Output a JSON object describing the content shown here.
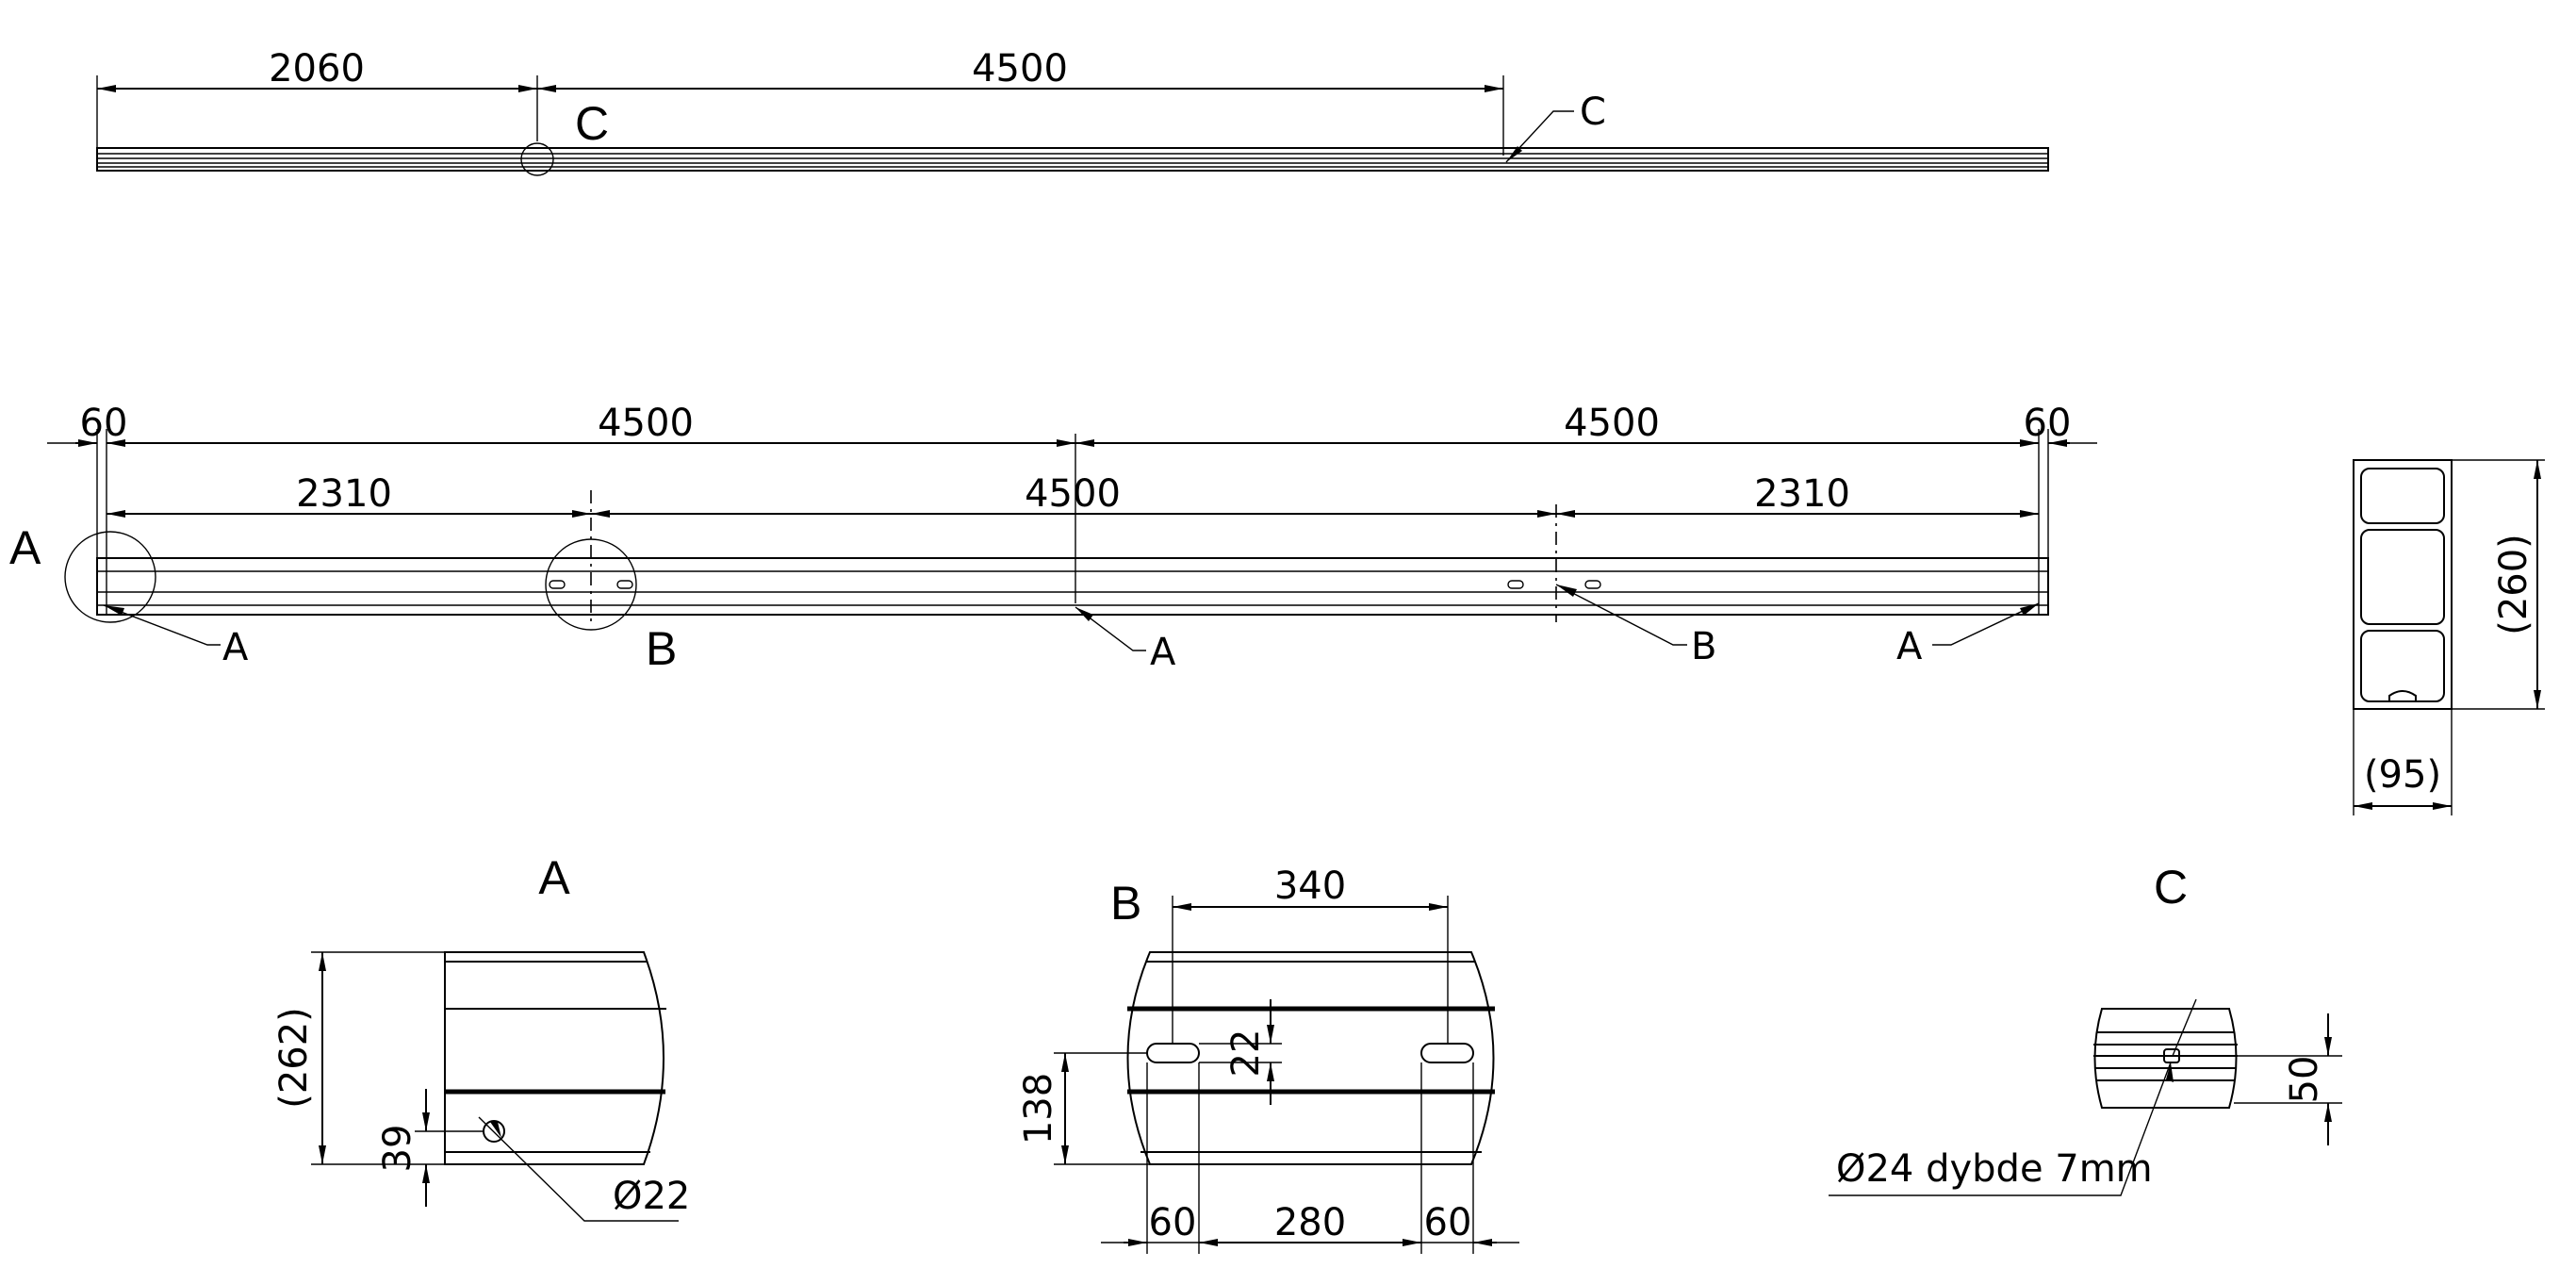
{
  "top_view": {
    "dims": {
      "d1": "2060",
      "d2": "4500"
    },
    "marker_c": "C",
    "leader_c": "C"
  },
  "front_view": {
    "dims": {
      "left_edge": "60",
      "span_left": "4500",
      "span_right": "4500",
      "right_edge": "60",
      "seg_left": "2310",
      "seg_mid": "4500",
      "seg_right": "2310"
    },
    "marker_a": "A",
    "marker_b": "B",
    "leader_a1": "A",
    "leader_a2": "A",
    "leader_a3": "A",
    "leader_b": "B"
  },
  "section_view": {
    "height": "(260)",
    "width": "(95)"
  },
  "detail_a": {
    "title": "A",
    "height": "(262)",
    "offset": "39",
    "hole": "Ø22"
  },
  "detail_b": {
    "title": "B",
    "top": "340",
    "slot": "22",
    "offset": "138",
    "left": "60",
    "middle": "280",
    "right": "60"
  },
  "detail_c": {
    "title": "C",
    "dim": "50",
    "note": "Ø24 dybde 7mm"
  }
}
